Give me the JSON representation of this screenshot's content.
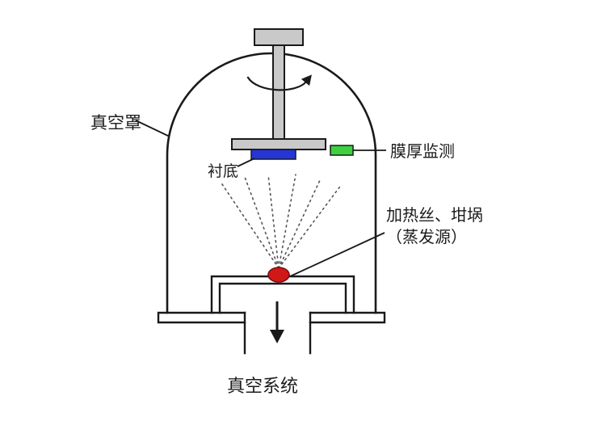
{
  "labels": {
    "bell_jar": "真空罩",
    "substrate": "衬底",
    "film_thickness_monitor": "膜厚监测",
    "heater_crucible_line1": "加热丝、坩埚",
    "heater_crucible_line2": "（蒸发源）",
    "vacuum_system": "真空系统"
  },
  "colors": {
    "outline": "#1a1a1a",
    "metal_gray": "#c9c9c9",
    "substrate_blue": "#2436d6",
    "monitor_green": "#3ed03e",
    "source_red": "#d01818",
    "source_red_edge": "#7d0d0d",
    "vapor_ray_gray": "#555555",
    "text": "#1c1c1c"
  }
}
